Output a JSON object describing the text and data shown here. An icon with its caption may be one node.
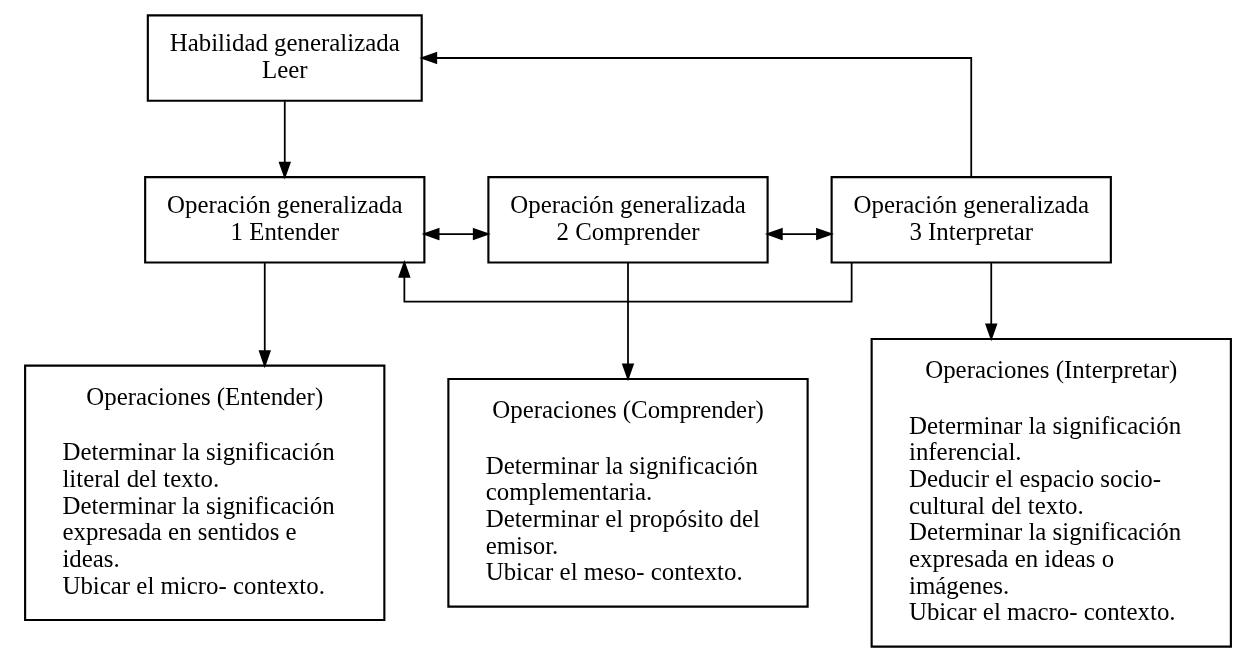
{
  "diagram": {
    "nodes": [
      {
        "text": [
          "Habilidad generalizada Leer"
        ]
      },
      {
        "text": [
          "Operación generalizada 1 Entender"
        ]
      },
      {
        "text": [
          "Operación generalizada 2 Comprender"
        ]
      },
      {
        "text": [
          "Operación generalizada 3 Interpretar"
        ]
      },
      {
        "text": [
          "Operaciones (Entender)",
          "Determinar la significación literal del texto.",
          "Determinar la significación expresada en sentidos e ideas.",
          "Ubicar el micro- contexto."
        ]
      },
      {
        "text": [
          "Operaciones (Comprender)",
          "Determinar la significación complementaria.",
          "Determinar el propósito del emisor.",
          "Ubicar el meso- contexto."
        ]
      },
      {
        "text": [
          "Operaciones (Interpretar)",
          "Determinar la significación inferencial.",
          "Deducir el espacio socio-cultural del texto.",
          "Determinar la significación expresada en ideas o imágenes.",
          "Ubicar el macro- contexto."
        ]
      }
    ],
    "edges": [
      {
        "from": 0,
        "to": 1,
        "arrow": "to"
      },
      {
        "from": 3,
        "to": 0,
        "arrow": "to"
      },
      {
        "from": 1,
        "to": 2,
        "arrow": "both"
      },
      {
        "from": 2,
        "to": 3,
        "arrow": "both"
      },
      {
        "from": 1,
        "to": 4,
        "arrow": "to"
      },
      {
        "from": 2,
        "to": 5,
        "arrow": "to"
      },
      {
        "from": 3,
        "to": 6,
        "arrow": "to"
      },
      {
        "from": 3,
        "to": 1,
        "arrow": "to"
      }
    ]
  }
}
